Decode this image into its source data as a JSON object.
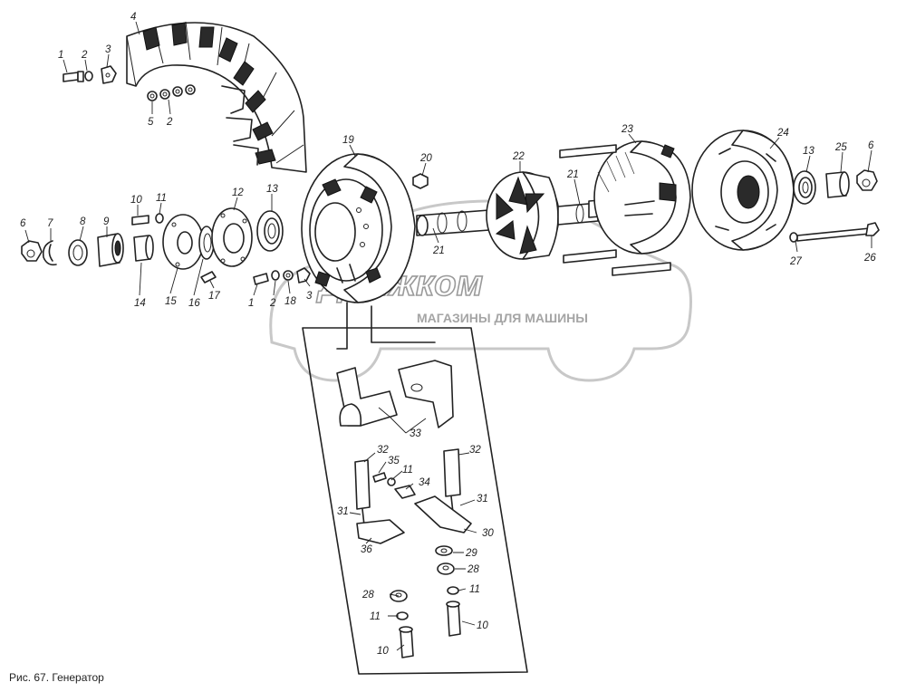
{
  "caption": "Рис. 67. Генератор",
  "watermark": {
    "brand": "Движком",
    "tagline": "МАГАЗИНЫ ДЛЯ МАШИНЫ"
  },
  "part_labels": [
    {
      "id": "l1a",
      "text": "1"
    },
    {
      "id": "l2a",
      "text": "2"
    },
    {
      "id": "l3a",
      "text": "3"
    },
    {
      "id": "l4",
      "text": "4"
    },
    {
      "id": "l5",
      "text": "5"
    },
    {
      "id": "l2b",
      "text": "2"
    },
    {
      "id": "l6a",
      "text": "6"
    },
    {
      "id": "l7",
      "text": "7"
    },
    {
      "id": "l8",
      "text": "8"
    },
    {
      "id": "l9",
      "text": "9"
    },
    {
      "id": "l10a",
      "text": "10"
    },
    {
      "id": "l11a",
      "text": "11"
    },
    {
      "id": "l12",
      "text": "12"
    },
    {
      "id": "l13a",
      "text": "13"
    },
    {
      "id": "l14",
      "text": "14"
    },
    {
      "id": "l15",
      "text": "15"
    },
    {
      "id": "l16",
      "text": "16"
    },
    {
      "id": "l17",
      "text": "17"
    },
    {
      "id": "l1b",
      "text": "1"
    },
    {
      "id": "l2c",
      "text": "2"
    },
    {
      "id": "l18",
      "text": "18"
    },
    {
      "id": "l3b",
      "text": "3"
    },
    {
      "id": "l19",
      "text": "19"
    },
    {
      "id": "l20",
      "text": "20"
    },
    {
      "id": "l21a",
      "text": "21"
    },
    {
      "id": "l22",
      "text": "22"
    },
    {
      "id": "l21b",
      "text": "21"
    },
    {
      "id": "l23",
      "text": "23"
    },
    {
      "id": "l24",
      "text": "24"
    },
    {
      "id": "l13b",
      "text": "13"
    },
    {
      "id": "l25",
      "text": "25"
    },
    {
      "id": "l6b",
      "text": "6"
    },
    {
      "id": "l27",
      "text": "27"
    },
    {
      "id": "l26",
      "text": "26"
    },
    {
      "id": "l33",
      "text": "33"
    },
    {
      "id": "l32a",
      "text": "32"
    },
    {
      "id": "l35",
      "text": "35"
    },
    {
      "id": "l11b",
      "text": "11"
    },
    {
      "id": "l34",
      "text": "34"
    },
    {
      "id": "l32b",
      "text": "32"
    },
    {
      "id": "l31a",
      "text": "31"
    },
    {
      "id": "l31b",
      "text": "31"
    },
    {
      "id": "l30",
      "text": "30"
    },
    {
      "id": "l36",
      "text": "36"
    },
    {
      "id": "l29",
      "text": "29"
    },
    {
      "id": "l28a",
      "text": "28"
    },
    {
      "id": "l28b",
      "text": "28"
    },
    {
      "id": "l11c",
      "text": "11"
    },
    {
      "id": "l11d",
      "text": "11"
    },
    {
      "id": "l10b",
      "text": "10"
    },
    {
      "id": "l10c",
      "text": "10"
    }
  ]
}
